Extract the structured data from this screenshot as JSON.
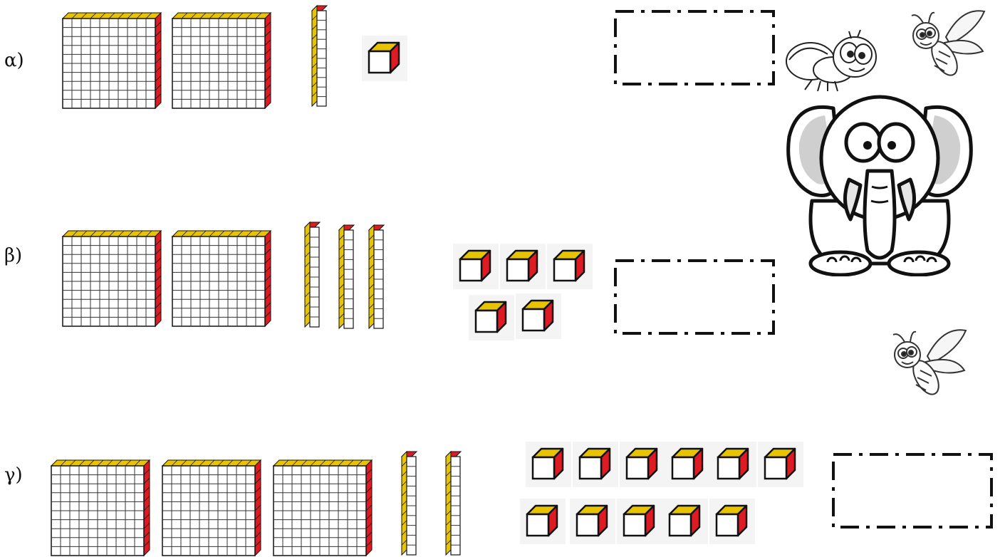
{
  "rows": [
    {
      "label": "α)",
      "hundreds": 2,
      "tens": 1,
      "ones": 1
    },
    {
      "label": "β)",
      "hundreds": 2,
      "tens": 3,
      "ones": 5
    },
    {
      "label": "γ)",
      "hundreds": 3,
      "tens": 2,
      "ones": 11
    }
  ],
  "colors": {
    "face": "#ffffff",
    "grid": "#333333",
    "top": "#e8c400",
    "side": "#e01a22",
    "outline": "#111111"
  },
  "icons": [
    "fly-icon",
    "bee-icon",
    "elephant-icon",
    "bee-icon"
  ]
}
